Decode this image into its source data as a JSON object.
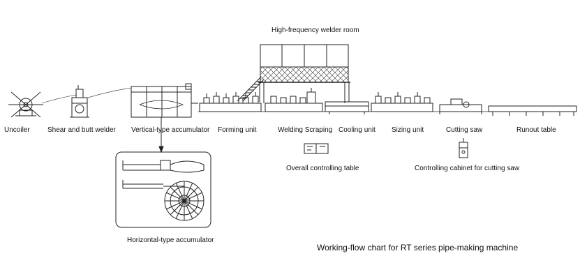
{
  "diagram": {
    "title": "Working-flow chart for RT series pipe-making machine",
    "room_label": "High-frequency welder room",
    "stations": {
      "uncoiler": "Uncoiler",
      "shear_butt_welder": "Shear and butt welder",
      "vertical_accumulator": "Vertical-type accumulator",
      "forming_unit": "Forming unit",
      "welding_scraping": "Welding Scraping",
      "cooling_unit": "Cooling unit",
      "sizing_unit": "Sizing unit",
      "cutting_saw": "Cutting saw",
      "runout_table": "Runout table"
    },
    "auxiliary": {
      "overall_controlling_table": "Overall controlling table",
      "controlling_cabinet": "Controlling cabinet for cutting saw",
      "horizontal_accumulator": "Horizontal-type accumulator"
    }
  }
}
